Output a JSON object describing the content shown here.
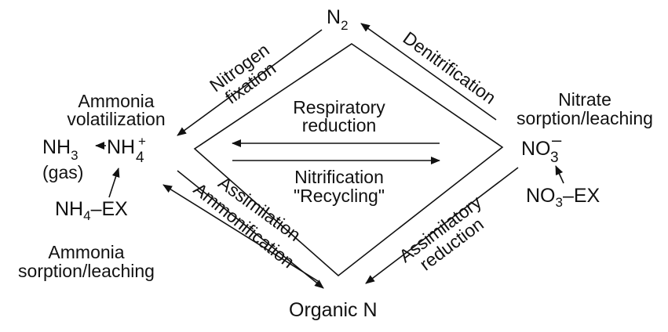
{
  "nodes": {
    "n2": {
      "main": "N",
      "sub": "2"
    },
    "organic_n": "Organic N",
    "nh3": {
      "main": "NH",
      "sub": "3"
    },
    "nh4": {
      "main": "NH",
      "sub": "4",
      "sup": "+"
    },
    "gas": "(gas)",
    "nh4_ex": {
      "main": "NH",
      "sub": "4",
      "rest": "–EX"
    },
    "no3": {
      "main": "NO",
      "sub": "3",
      "sup": "–"
    },
    "no3_ex": {
      "main": "NO",
      "sub": "3",
      "rest": "–EX"
    }
  },
  "labels": {
    "nitrogen_fixation": [
      "Nitrogen",
      "fixation"
    ],
    "denitrification": "Denitrification",
    "ammonia_volatilization": [
      "Ammonia",
      "volatilization"
    ],
    "nitrate_sorption": [
      "Nitrate",
      "sorption/leaching"
    ],
    "respiratory_reduction": [
      "Respiratory",
      "reduction"
    ],
    "nitrification": [
      "Nitrification",
      "\"Recycling\""
    ],
    "assimilation": "Assimilation",
    "ammonification": "Ammonification",
    "assimilatory_reduction": [
      "Assimilatory",
      "reduction"
    ],
    "ammonia_sorption": [
      "Ammonia",
      "sorption/leaching"
    ]
  },
  "colors": {
    "ink": "#111111",
    "background": "#ffffff"
  }
}
